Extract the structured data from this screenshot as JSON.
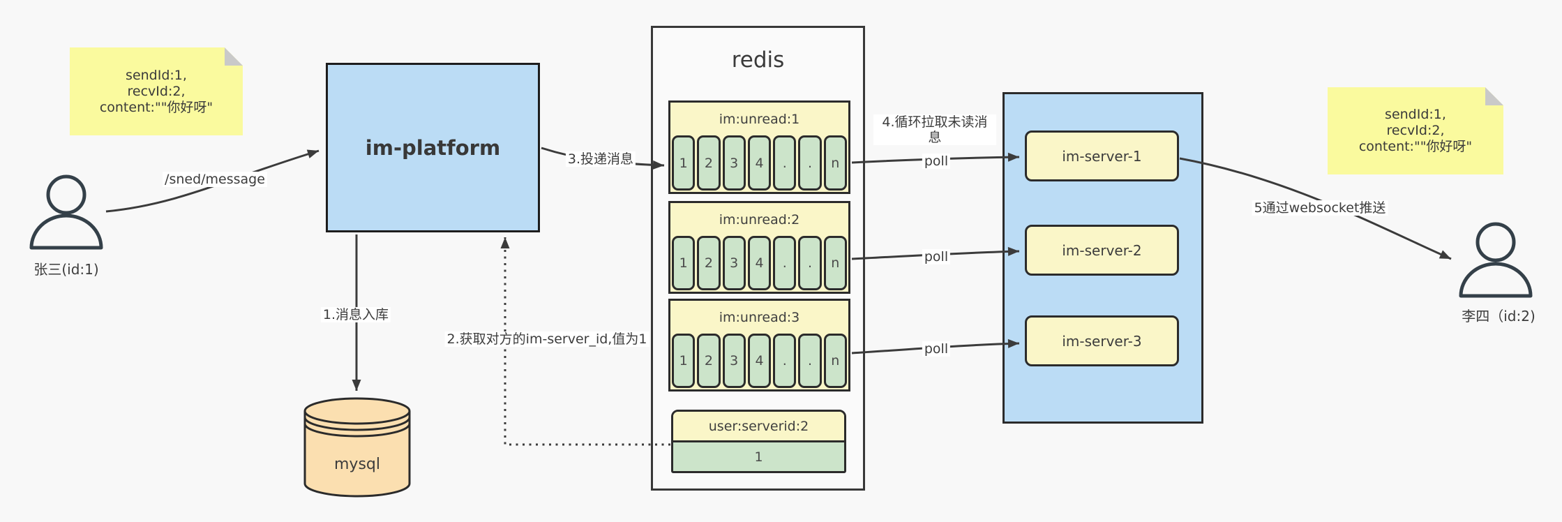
{
  "note_left": {
    "line1": "sendId:1,",
    "line2": "recvId:2,",
    "line3": "content:\"\"你好呀\""
  },
  "note_right": {
    "line1": "sendId:1,",
    "line2": "recvId:2,",
    "line3": "content:\"\"你好呀\""
  },
  "sender": {
    "label": "张三(id:1)"
  },
  "receiver": {
    "label": "李四（id:2)"
  },
  "platform": {
    "label": "im-platform"
  },
  "db": {
    "label": "mysql"
  },
  "redis": {
    "title": "redis",
    "lists": [
      {
        "header": "im:unread:1",
        "cells": [
          "1",
          "2",
          "3",
          "4",
          ".",
          ".",
          "n"
        ]
      },
      {
        "header": "im:unread:2",
        "cells": [
          "1",
          "2",
          "3",
          "4",
          ".",
          ".",
          "n"
        ]
      },
      {
        "header": "im:unread:3",
        "cells": [
          "1",
          "2",
          "3",
          "4",
          ".",
          ".",
          "n"
        ]
      }
    ],
    "mapping": {
      "header": "user:serverid:2",
      "value": "1"
    }
  },
  "server_group": {
    "servers": [
      {
        "label": "im-server-1"
      },
      {
        "label": "im-server-2"
      },
      {
        "label": "im-server-3"
      }
    ]
  },
  "edges": {
    "send": "/sned/message",
    "step1": "1.消息入库",
    "step2": "2.获取对方的im-server_id,值为1",
    "step3": "3.投递消息",
    "step4_l1": "4.循环拉取未读消",
    "step4_l2": "息",
    "poll": "poll",
    "step5": "5通过websocket推送"
  },
  "colors": {
    "background": "#f8f8f8",
    "note_yellow": "#fafa9e",
    "box_blue": "#bbdcf5",
    "box_yellow": "#faf6c8",
    "cell_green": "#cce4ca",
    "db_orange": "#fbdfb0",
    "line": "#3b3b3b"
  }
}
